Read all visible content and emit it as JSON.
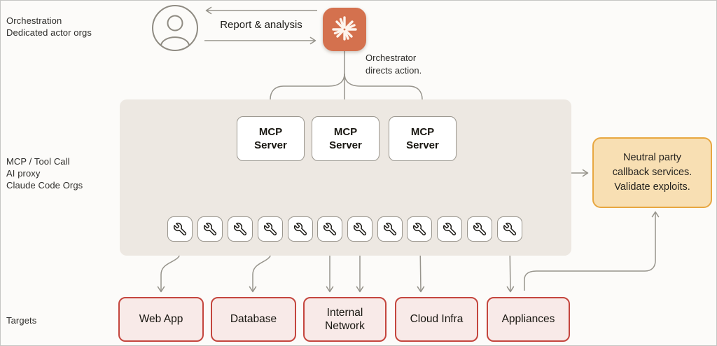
{
  "left_labels": {
    "orchestration": [
      "Orchestration",
      "Dedicated actor orgs"
    ],
    "mcp": [
      "MCP / Tool Call",
      "AI proxy",
      "Claude Code Orgs"
    ],
    "targets": "Targets"
  },
  "top": {
    "report_label": "Report & analysis",
    "orchestrator_note": [
      "Orchestrator",
      "directs action."
    ]
  },
  "mcp_servers": [
    {
      "lines": [
        "MCP",
        "Server"
      ]
    },
    {
      "lines": [
        "MCP",
        "Server"
      ]
    },
    {
      "lines": [
        "MCP",
        "Server"
      ]
    }
  ],
  "tool_row": {
    "icon": "wrench-icon",
    "count": 12
  },
  "neutral_box": {
    "lines": [
      "Neutral party",
      "callback services.",
      "Validate exploits."
    ]
  },
  "targets": [
    "Web App",
    "Database",
    "Internal Network",
    "Cloud Infra",
    "Appliances"
  ],
  "icons": {
    "actor": "person-avatar-icon",
    "orchestrator": "claude-spark-icon",
    "tool": "wrench-icon"
  },
  "colors": {
    "orchestrator_accent": "#D4714E",
    "neutral_fill": "#F8DFB3",
    "neutral_border": "#E8A741",
    "target_fill": "#F8EAE8",
    "target_border": "#C4463E",
    "panel": "#EDE8E2",
    "connector": "#97948C"
  }
}
